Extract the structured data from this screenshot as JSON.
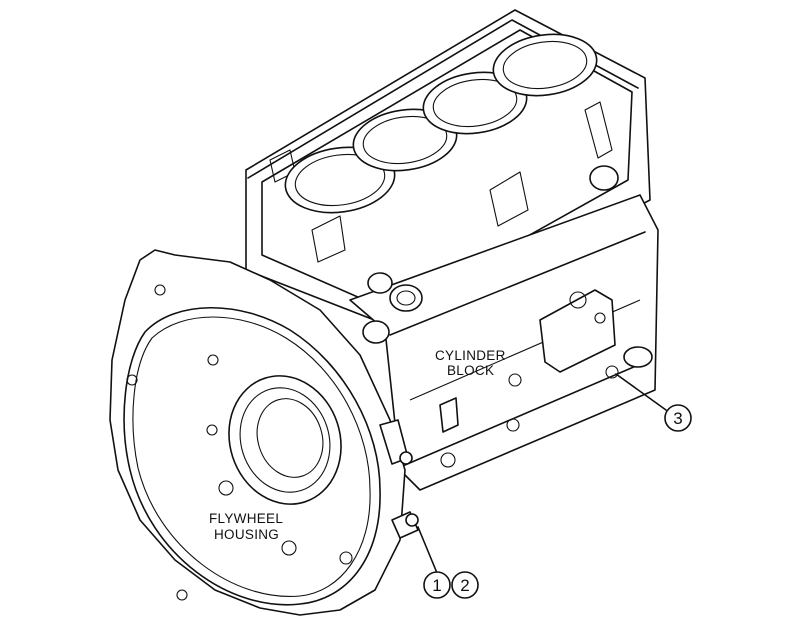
{
  "labels": {
    "cylinder_block_line1": "CYLINDER",
    "cylinder_block_line2": "BLOCK",
    "flywheel_housing_line1": "FLYWHEEL",
    "flywheel_housing_line2": "HOUSING"
  },
  "callouts": [
    "1",
    "2",
    "3"
  ]
}
